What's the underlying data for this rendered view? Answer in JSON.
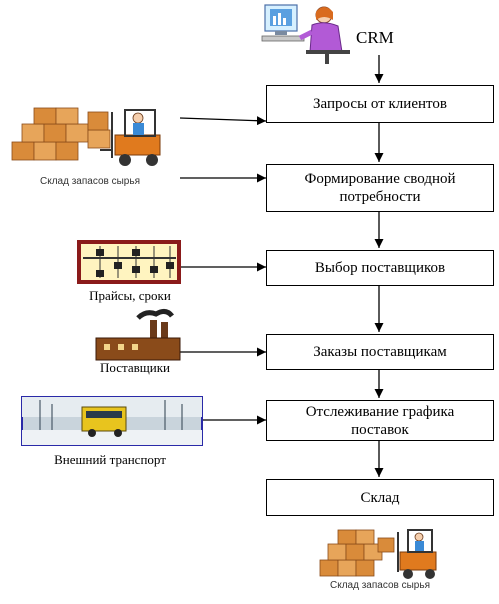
{
  "crm": {
    "label": "CRM"
  },
  "steps": [
    {
      "text": "Запросы от клиентов"
    },
    {
      "text": "Формирование сводной потребности"
    },
    {
      "text": "Выбор поставщиков"
    },
    {
      "text": "Заказы поставщикам"
    },
    {
      "text": "Отслеживание графика поставок"
    },
    {
      "text": "Склад"
    }
  ],
  "sources": {
    "warehouse_top": {
      "caption": "Склад запасов сырья"
    },
    "prices": {
      "caption": "Прайсы, сроки"
    },
    "suppliers": {
      "caption": "Поставщики"
    },
    "transport": {
      "caption": "Внешний транспорт"
    },
    "warehouse_bottom": {
      "caption": "Склад запасов сырья"
    }
  }
}
